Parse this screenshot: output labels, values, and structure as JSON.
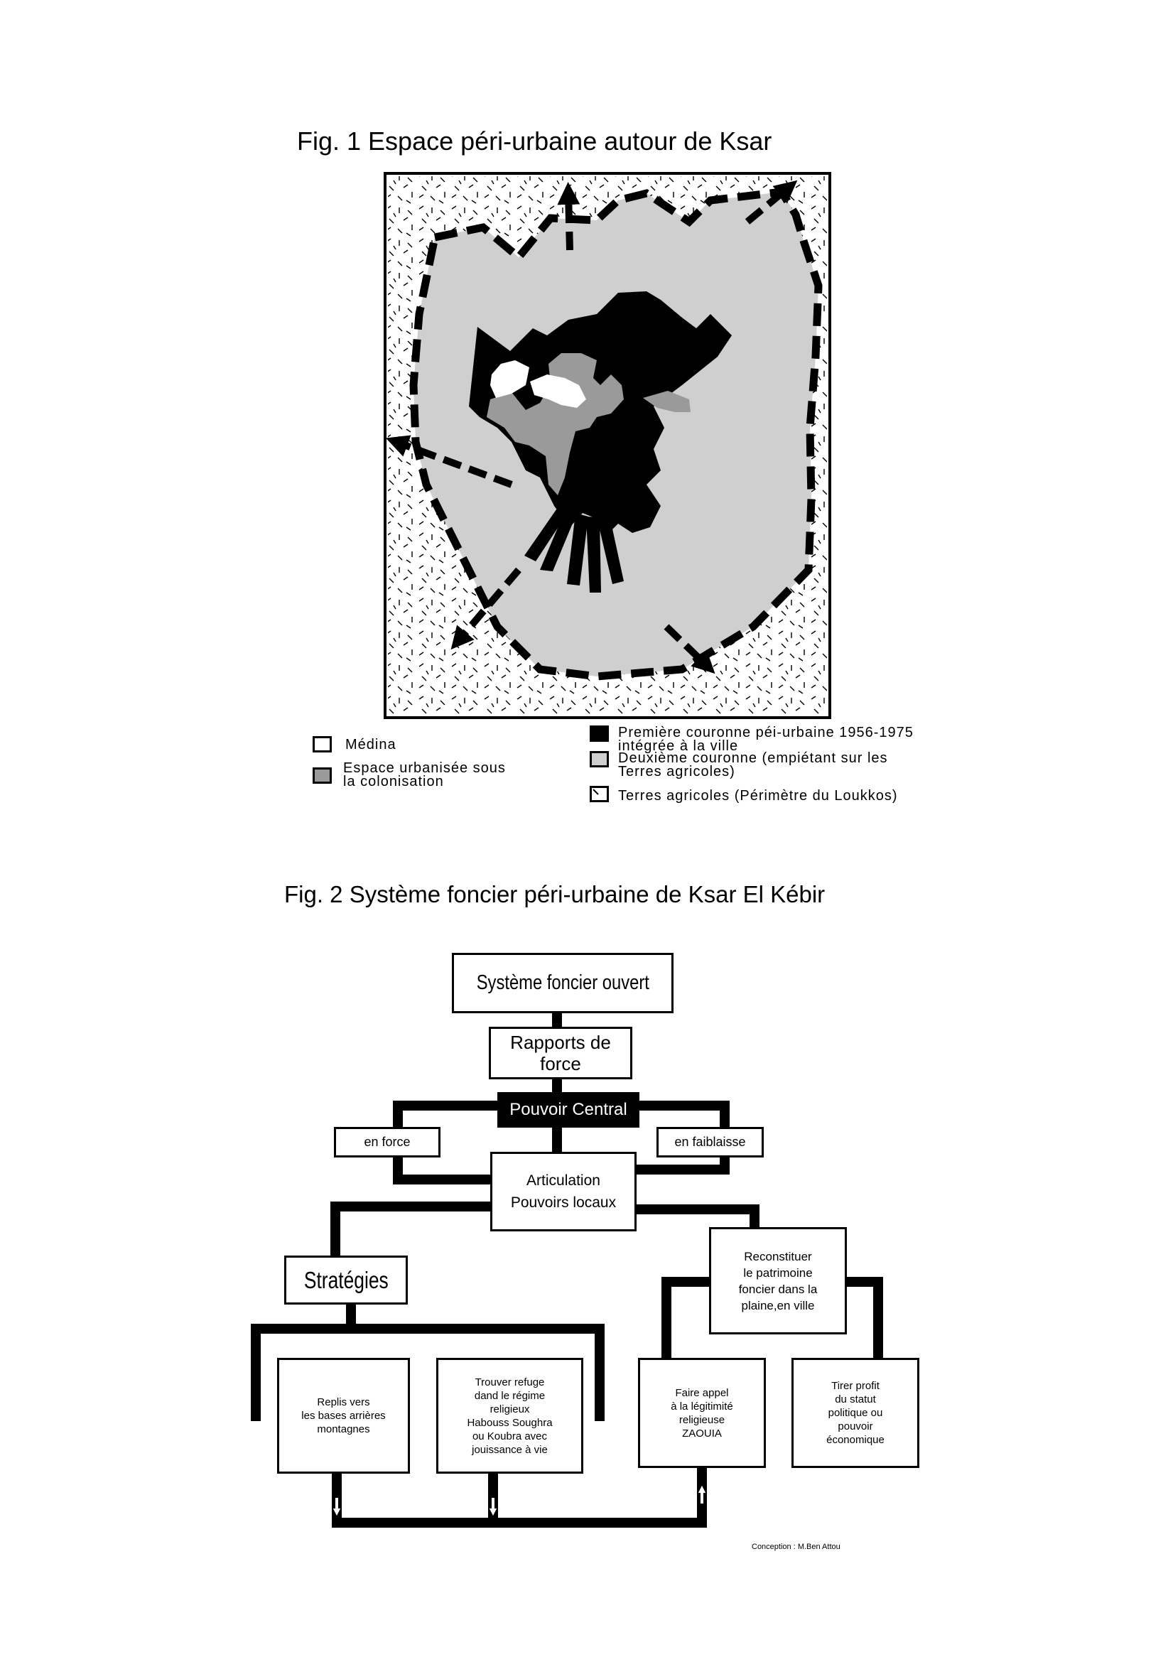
{
  "fig1": {
    "title": "Fig. 1  Espace péri-urbaine autour de Ksar",
    "legend": [
      {
        "key": "medina",
        "label": "Médina",
        "color": "#ffffff"
      },
      {
        "key": "colonial",
        "label": "Espace urbanisée sous\n la colonisation",
        "color": "#9a9a9a"
      },
      {
        "key": "first_ring",
        "label": "Première couronne péi-urbaine 1956-1975\nintégrée à la ville",
        "color": "#000000"
      },
      {
        "key": "second_ring",
        "label": "Deuxième couronne (empiétant sur les\nTerres agricoles)",
        "color": "#cfcfcf"
      },
      {
        "key": "farmland",
        "label": "Terres agricoles (Périmètre du Loukkos)",
        "color": "#ffffff"
      }
    ]
  },
  "fig2": {
    "title": "Fig. 2 Système foncier péri-urbaine de Ksar El Kébir",
    "nodes": {
      "open_system": "Système foncier ouvert",
      "power_relations": "Rapports de\nforce",
      "central_power": "Pouvoir Central",
      "in_force": "en force",
      "in_weakness": "en faiblaisse",
      "articulation": "Articulation\nPouvoirs locaux",
      "strategies": "Stratégies",
      "rebuild": "Reconstituer\nle patrimoine\nfoncier dans la\nplaine,en ville",
      "mountains": "Replis vers\nles bases arrières\nmontagnes",
      "refuge": "Trouver refuge\ndand le régime\nreligieux\nHabouss Soughra\nou Koubra avec\njouissance à vie",
      "appeal": "Faire appel\nà la légitimité\nreligieuse\nZAOUIA",
      "profit": "Tirer profit\ndu statut\npolitique ou\npouvoir\néconomique"
    },
    "credit": "Conception : M.Ben Attou"
  }
}
